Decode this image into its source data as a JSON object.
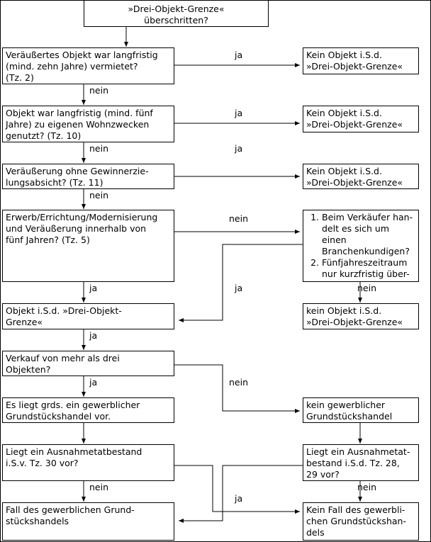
{
  "nodes": {
    "start": "»Drei-Objekt-Grenze«\nüberschritten?",
    "q1": "Veräußertes Objekt war langfristig\n(mind. zehn Jahre) vermietet?\n(Tz. 2)",
    "r1": "Kein Objekt i.S.d.\n»Drei-Objekt-Grenze«",
    "q2": "Objekt war langfristig (mind. fünf\nJahre) zu eigenen Wohnzwecken\ngenutzt? (Tz. 10)",
    "r2": "Kein Objekt i.S.d.\n»Drei-Objekt-Grenze«",
    "q3": "Veräußerung ohne Gewinnerzie-\nlungsabsicht? (Tz. 11)",
    "r3": "Kein Objekt i.S.d.\n»Drei-Objekt-Grenze«",
    "q4": "Erwerb/Errichtung/Modernisierung\nund Veräußerung innerhalb von\nfünf Jahren? (Tz. 5)",
    "r4_items": [
      "Beim Verkäufer han-delt es sich um einen Branchenkundigen?",
      "Fünfjahreszeitraum nur kurzfristig über-schritten?"
    ],
    "o1": "Objekt i.S.d. »Drei-Objekt-\nGrenze«",
    "r5": "kein Objekt i.S.d.\n»Drei-Objekt-Grenze«",
    "q5": "Verkauf von mehr als drei\nObjekten?",
    "o2": "Es liegt grds. ein gewerblicher\nGrundstückshandel vor.",
    "r6": "kein gewerblicher\nGrundstückshandel",
    "q6": "Liegt ein Ausnahmetatbestand\ni.S.v. Tz. 30 vor?",
    "r7": "Liegt ein Ausnahmetat-\nbestand i.S.d. Tz. 28,\n29 vor?",
    "o3": "Fall des gewerblichen Grund-\nstückshandels",
    "r8": "Kein Fall des gewerbli-\nchen Grundstückshan-\ndels"
  },
  "labels": {
    "ja": "ja",
    "nein": "nein"
  }
}
